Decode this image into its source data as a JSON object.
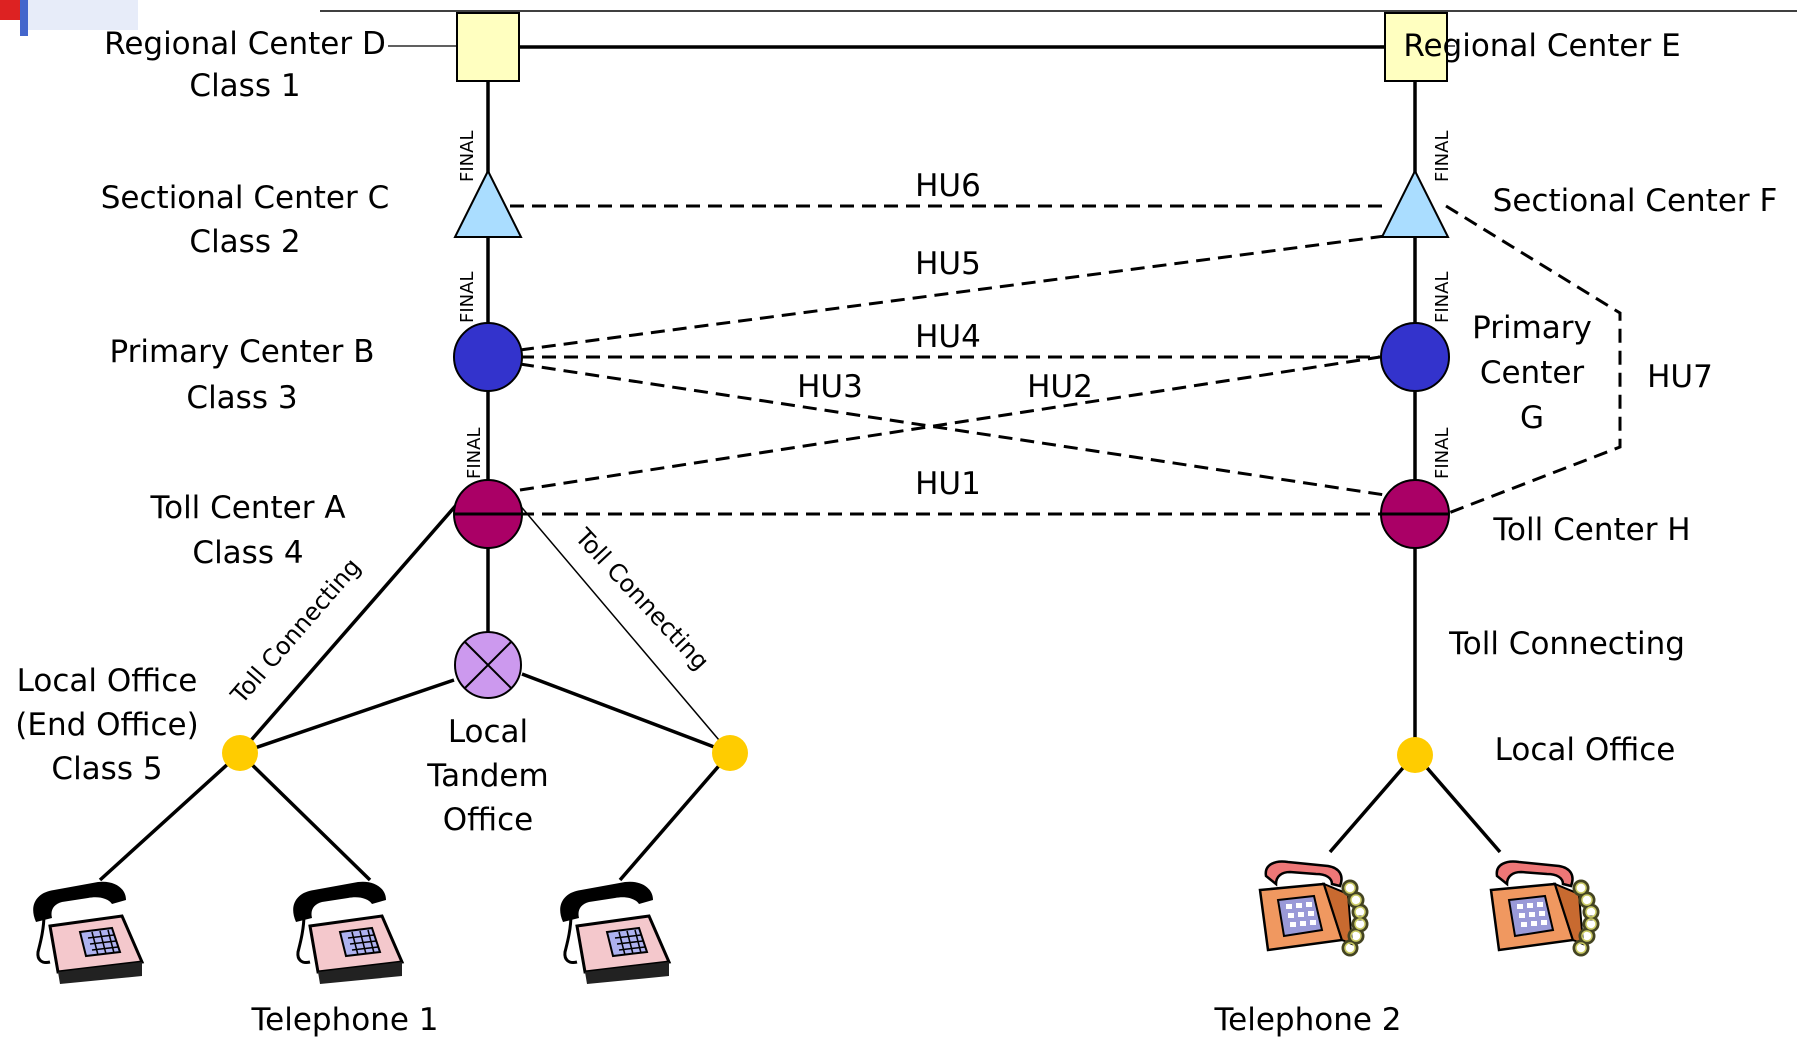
{
  "colors": {
    "class1_square": "#ffffc0",
    "class2_triangle": "#aaddff",
    "class3_circle": "#3333cc",
    "class4_circle": "#aa0066",
    "tandem_circle": "#cc99ee",
    "local_office_dot": "#ffcc00",
    "logo_red": "#dd2222",
    "logo_blue": "#4466cc"
  },
  "labels": {
    "regional_d": "Regional Center D",
    "class1": "Class 1",
    "regional_e": "Regional Center E",
    "sectional_c": "Sectional Center C",
    "class2": "Class 2",
    "sectional_f": "Sectional Center F",
    "primary_b": "Primary Center B",
    "class3": "Class 3",
    "primary_g_1": "Primary",
    "primary_g_2": "Center",
    "primary_g_3": "G",
    "toll_a": "Toll Center A",
    "class4": "Class 4",
    "toll_h": "Toll Center H",
    "local_office_1": "Local Office",
    "local_office_2": "(End Office)",
    "class5": "Class 5",
    "tandem_1": "Local",
    "tandem_2": "Tandem",
    "tandem_3": "Office",
    "toll_connecting_left": "Toll Connecting",
    "toll_connecting_mid": "Toll Connecting",
    "toll_connecting_right": "Toll Connecting",
    "local_office_right": "Local Office",
    "telephone1": "Telephone 1",
    "telephone2": "Telephone 2",
    "final": "FINAL"
  },
  "links": {
    "hu1": "HU1",
    "hu2": "HU2",
    "hu3": "HU3",
    "hu4": "HU4",
    "hu5": "HU5",
    "hu6": "HU6",
    "hu7": "HU7"
  },
  "icons": {
    "pushbutton_phone": "pushbutton-phone-icon",
    "rotary_phone": "rotary-phone-icon",
    "tandem_switch": "tandem-switch-icon"
  }
}
